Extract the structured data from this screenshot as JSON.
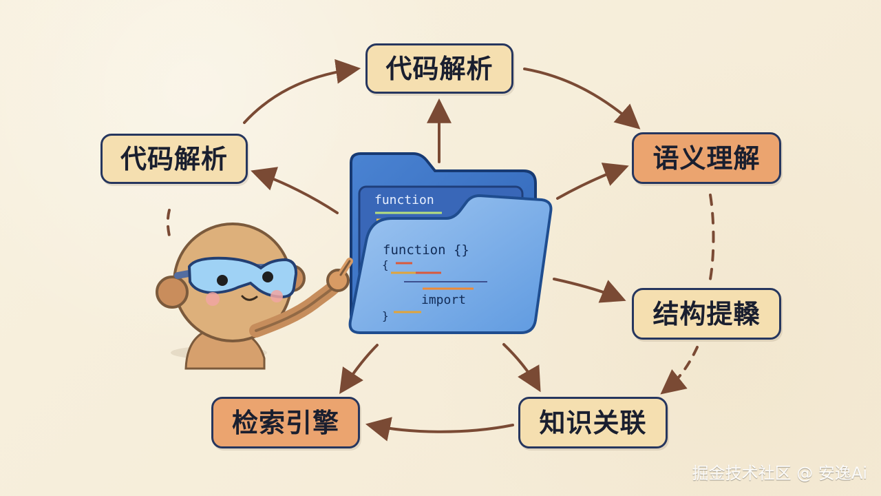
{
  "diagram": {
    "nodes": {
      "top": "代码解析",
      "left": "代码解析",
      "right_top": "语义理解",
      "right_mid": "结构提䡦",
      "bottom_right": "知识关联",
      "bottom_left": "检索引擎"
    },
    "folder": {
      "back_code_label": "function",
      "front_code_label": "function {}",
      "brace_open": "{",
      "import_label": "import",
      "brace_close": "}"
    },
    "watermark": "掘金技术社区 @ 安逸Ai",
    "colors": {
      "background": "#f7f0de",
      "node_fill_light": "#f5dfb0",
      "node_fill_dark": "#eba46f",
      "node_border": "#26365e",
      "arrow": "#7a4a34",
      "folder_blue": "#4f88d6",
      "folder_blue_light": "#7fb0ec",
      "robot_skin": "#d7a06e",
      "robot_goggles": "#9fd2f5"
    },
    "icons": {
      "center": "folder-icon",
      "character": "robot-icon"
    }
  }
}
